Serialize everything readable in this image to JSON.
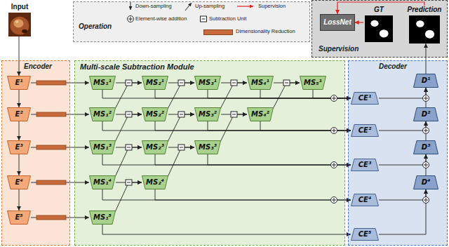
{
  "diagram": {
    "nodes": [
      {
        "text": [
          "Input"
        ]
      },
      {
        "text": [
          "Operation"
        ]
      },
      {
        "text": [
          "Supervision"
        ]
      },
      {
        "text": [
          "LossNet"
        ],
        "in": 2
      },
      {
        "text": [
          "GT"
        ],
        "in": 2
      },
      {
        "text": [
          "Prediction"
        ],
        "in": 2
      },
      {
        "text": [
          "Encoder"
        ]
      },
      {
        "text": [
          "E¹"
        ],
        "in": 6
      },
      {
        "text": [
          "E²"
        ],
        "in": 6
      },
      {
        "text": [
          "E³"
        ],
        "in": 6
      },
      {
        "text": [
          "E⁴"
        ],
        "in": 6
      },
      {
        "text": [
          "E⁵"
        ],
        "in": 6
      },
      {
        "text": [
          "Multi-scale Subtraction Module"
        ]
      },
      {
        "text": [
          "MS₁¹"
        ],
        "in": 12
      },
      {
        "text": [
          "MS₂¹"
        ],
        "in": 12
      },
      {
        "text": [
          "MS₃¹"
        ],
        "in": 12
      },
      {
        "text": [
          "MS₄¹"
        ],
        "in": 12
      },
      {
        "text": [
          "MS₅¹"
        ],
        "in": 12
      },
      {
        "text": [
          "MS₁²"
        ],
        "in": 12
      },
      {
        "text": [
          "MS₂²"
        ],
        "in": 12
      },
      {
        "text": [
          "MS₃²"
        ],
        "in": 12
      },
      {
        "text": [
          "MS₄²"
        ],
        "in": 12
      },
      {
        "text": [
          "MS₁³"
        ],
        "in": 12
      },
      {
        "text": [
          "MS₂³"
        ],
        "in": 12
      },
      {
        "text": [
          "MS₃³"
        ],
        "in": 12
      },
      {
        "text": [
          "MS₁⁴"
        ],
        "in": 12
      },
      {
        "text": [
          "MS₂⁴"
        ],
        "in": 12
      },
      {
        "text": [
          "MS₁⁵"
        ],
        "in": 12
      },
      {
        "text": [
          "Decoder"
        ]
      },
      {
        "text": [
          "CE¹"
        ],
        "in": 28
      },
      {
        "text": [
          "CE²"
        ],
        "in": 28
      },
      {
        "text": [
          "CE³"
        ],
        "in": 28
      },
      {
        "text": [
          "CE⁴"
        ],
        "in": 28
      },
      {
        "text": [
          "CE⁵"
        ],
        "in": 28
      },
      {
        "text": [
          "D¹"
        ],
        "in": 28
      },
      {
        "text": [
          "D²"
        ],
        "in": 28
      },
      {
        "text": [
          "D³"
        ],
        "in": 28
      },
      {
        "text": [
          "D⁴"
        ],
        "in": 28
      }
    ],
    "edges": [
      {
        "from": 0,
        "to": 7,
        "arrow": "to"
      },
      {
        "from": 7,
        "to": 8,
        "arrow": "to"
      },
      {
        "from": 8,
        "to": 9,
        "arrow": "to"
      },
      {
        "from": 9,
        "to": 10,
        "arrow": "to"
      },
      {
        "from": 10,
        "to": 11,
        "arrow": "to"
      },
      {
        "from": 7,
        "to": 13,
        "arrow": "to"
      },
      {
        "from": 8,
        "to": 18,
        "arrow": "to"
      },
      {
        "from": 9,
        "to": 22,
        "arrow": "to"
      },
      {
        "from": 10,
        "to": 25,
        "arrow": "to"
      },
      {
        "from": 11,
        "to": 27,
        "arrow": "to"
      },
      {
        "from": 13,
        "to": 14,
        "arrow": "to"
      },
      {
        "from": 14,
        "to": 15,
        "arrow": "to"
      },
      {
        "from": 15,
        "to": 16,
        "arrow": "to"
      },
      {
        "from": 16,
        "to": 17,
        "arrow": "to"
      },
      {
        "from": 18,
        "to": 19,
        "arrow": "to"
      },
      {
        "from": 19,
        "to": 20,
        "arrow": "to"
      },
      {
        "from": 20,
        "to": 21,
        "arrow": "to"
      },
      {
        "from": 22,
        "to": 23,
        "arrow": "to"
      },
      {
        "from": 23,
        "to": 24,
        "arrow": "to"
      },
      {
        "from": 25,
        "to": 26,
        "arrow": "to"
      },
      {
        "from": 18,
        "to": 14,
        "arrow": "to"
      },
      {
        "from": 19,
        "to": 15,
        "arrow": "to"
      },
      {
        "from": 20,
        "to": 16,
        "arrow": "to"
      },
      {
        "from": 21,
        "to": 17,
        "arrow": "to"
      },
      {
        "from": 22,
        "to": 19,
        "arrow": "to"
      },
      {
        "from": 23,
        "to": 20,
        "arrow": "to"
      },
      {
        "from": 24,
        "to": 21,
        "arrow": "to"
      },
      {
        "from": 25,
        "to": 23,
        "arrow": "to"
      },
      {
        "from": 26,
        "to": 24,
        "arrow": "to"
      },
      {
        "from": 27,
        "to": 26,
        "arrow": "to"
      },
      {
        "from": 13,
        "to": 29,
        "arrow": "to"
      },
      {
        "from": 14,
        "to": 29,
        "arrow": "to"
      },
      {
        "from": 15,
        "to": 29,
        "arrow": "to"
      },
      {
        "from": 16,
        "to": 29,
        "arrow": "to"
      },
      {
        "from": 17,
        "to": 29,
        "arrow": "to"
      },
      {
        "from": 18,
        "to": 30,
        "arrow": "to"
      },
      {
        "from": 19,
        "to": 30,
        "arrow": "to"
      },
      {
        "from": 20,
        "to": 30,
        "arrow": "to"
      },
      {
        "from": 21,
        "to": 30,
        "arrow": "to"
      },
      {
        "from": 22,
        "to": 31,
        "arrow": "to"
      },
      {
        "from": 23,
        "to": 31,
        "arrow": "to"
      },
      {
        "from": 24,
        "to": 31,
        "arrow": "to"
      },
      {
        "from": 25,
        "to": 32,
        "arrow": "to"
      },
      {
        "from": 26,
        "to": 32,
        "arrow": "to"
      },
      {
        "from": 27,
        "to": 33,
        "arrow": "to"
      },
      {
        "from": 33,
        "to": 37,
        "arrow": "to"
      },
      {
        "from": 32,
        "to": 37,
        "arrow": "to"
      },
      {
        "from": 37,
        "to": 36,
        "arrow": "to"
      },
      {
        "from": 31,
        "to": 36,
        "arrow": "to"
      },
      {
        "from": 36,
        "to": 35,
        "arrow": "to"
      },
      {
        "from": 30,
        "to": 35,
        "arrow": "to"
      },
      {
        "from": 35,
        "to": 34,
        "arrow": "to"
      },
      {
        "from": 29,
        "to": 34,
        "arrow": "to"
      },
      {
        "from": 34,
        "to": 5,
        "arrow": "to"
      },
      {
        "from": 5,
        "to": 3,
        "arrow": "to"
      },
      {
        "from": 4,
        "to": 3,
        "arrow": "to"
      }
    ],
    "legend": [
      {
        "text": "Down-sampling"
      },
      {
        "text": "Up-sampling"
      },
      {
        "text": "Supervision"
      },
      {
        "text": "Element-wise addition"
      },
      {
        "text": "Subtraction Unit"
      },
      {
        "text": "Dimensionality Reduction",
        "color": "#c96a3a"
      }
    ]
  }
}
